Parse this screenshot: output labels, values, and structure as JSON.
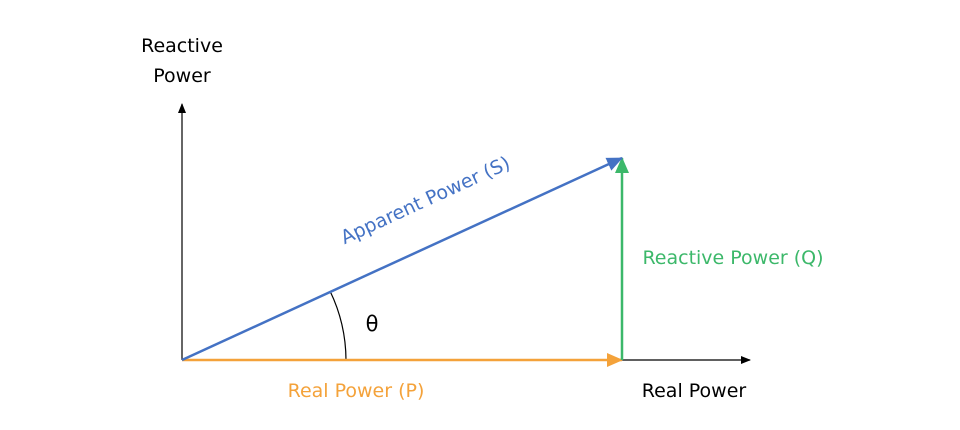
{
  "axes": {
    "y_label_line1": "Reactive",
    "y_label_line2": "Power",
    "x_label": "Real Power"
  },
  "vectors": {
    "apparent": {
      "label": "Apparent Power (S)",
      "color": "#4472c4"
    },
    "real": {
      "label": "Real Power (P)",
      "color": "#f4a23a"
    },
    "reactive": {
      "label": "Reactive Power (Q)",
      "color": "#3cb86a"
    }
  },
  "angle": {
    "symbol": "θ"
  },
  "colors": {
    "axis": "#000000"
  }
}
